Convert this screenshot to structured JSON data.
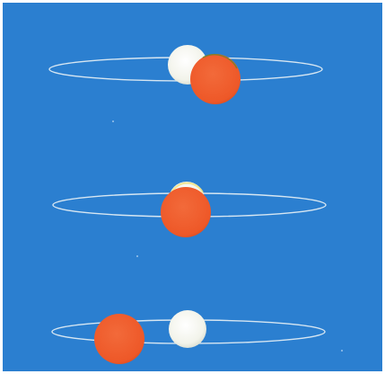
{
  "colors": {
    "background": "#2b7fd0",
    "orbit": "#d6e6f2",
    "star_white": "#f6f7f0",
    "star_red": "#ef5a2c",
    "border": "#ffffff"
  },
  "panels": [
    {
      "id": "top",
      "phase": "partial-eclipse-offset",
      "front_star": "red",
      "back_star": "white"
    },
    {
      "id": "middle",
      "phase": "near-total-eclipse",
      "front_star": "red",
      "back_star": "white"
    },
    {
      "id": "bottom",
      "phase": "separated",
      "front_star": "none",
      "back_star": "none"
    }
  ]
}
